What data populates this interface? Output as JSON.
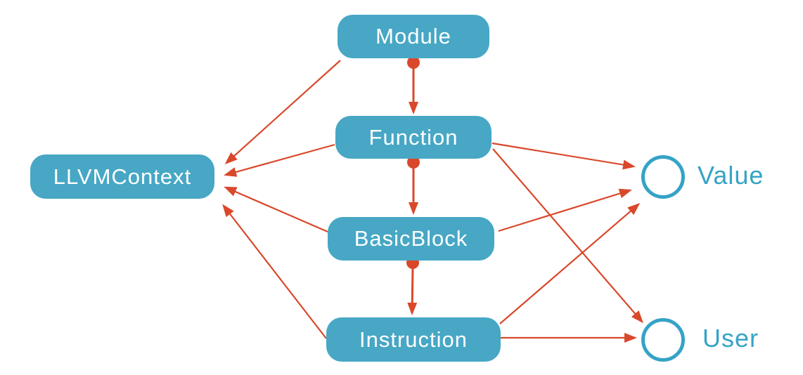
{
  "diagram": {
    "description": "LLVM IR class hierarchy diagram",
    "nodes": {
      "module": {
        "label": "Module",
        "shape": "rounded-box"
      },
      "function": {
        "label": "Function",
        "shape": "rounded-box"
      },
      "basicblock": {
        "label": "BasicBlock",
        "shape": "rounded-box"
      },
      "instruction": {
        "label": "Instruction",
        "shape": "rounded-box"
      },
      "llvmcontext": {
        "label": "LLVMContext",
        "shape": "rounded-box"
      },
      "value": {
        "label": "Value",
        "shape": "circle-outline"
      },
      "user": {
        "label": "User",
        "shape": "circle-outline"
      }
    },
    "edges": [
      {
        "from": "module",
        "to": "function",
        "style": "dot-tail-arrow"
      },
      {
        "from": "function",
        "to": "basicblock",
        "style": "dot-tail-arrow"
      },
      {
        "from": "basicblock",
        "to": "instruction",
        "style": "dot-tail-arrow"
      },
      {
        "from": "module",
        "to": "llvmcontext",
        "style": "arrow"
      },
      {
        "from": "function",
        "to": "llvmcontext",
        "style": "arrow"
      },
      {
        "from": "basicblock",
        "to": "llvmcontext",
        "style": "arrow"
      },
      {
        "from": "instruction",
        "to": "llvmcontext",
        "style": "arrow"
      },
      {
        "from": "function",
        "to": "value",
        "style": "arrow"
      },
      {
        "from": "basicblock",
        "to": "value",
        "style": "arrow"
      },
      {
        "from": "instruction",
        "to": "value",
        "style": "arrow"
      },
      {
        "from": "function",
        "to": "user",
        "style": "arrow"
      },
      {
        "from": "instruction",
        "to": "user",
        "style": "arrow"
      }
    ]
  },
  "colors": {
    "node_fill": "#47a7c5",
    "node_text": "#ffffff",
    "arrow": "#d9482a",
    "outline": "#35a3c6",
    "label_text": "#35a3c6",
    "background": "#ffffff"
  }
}
